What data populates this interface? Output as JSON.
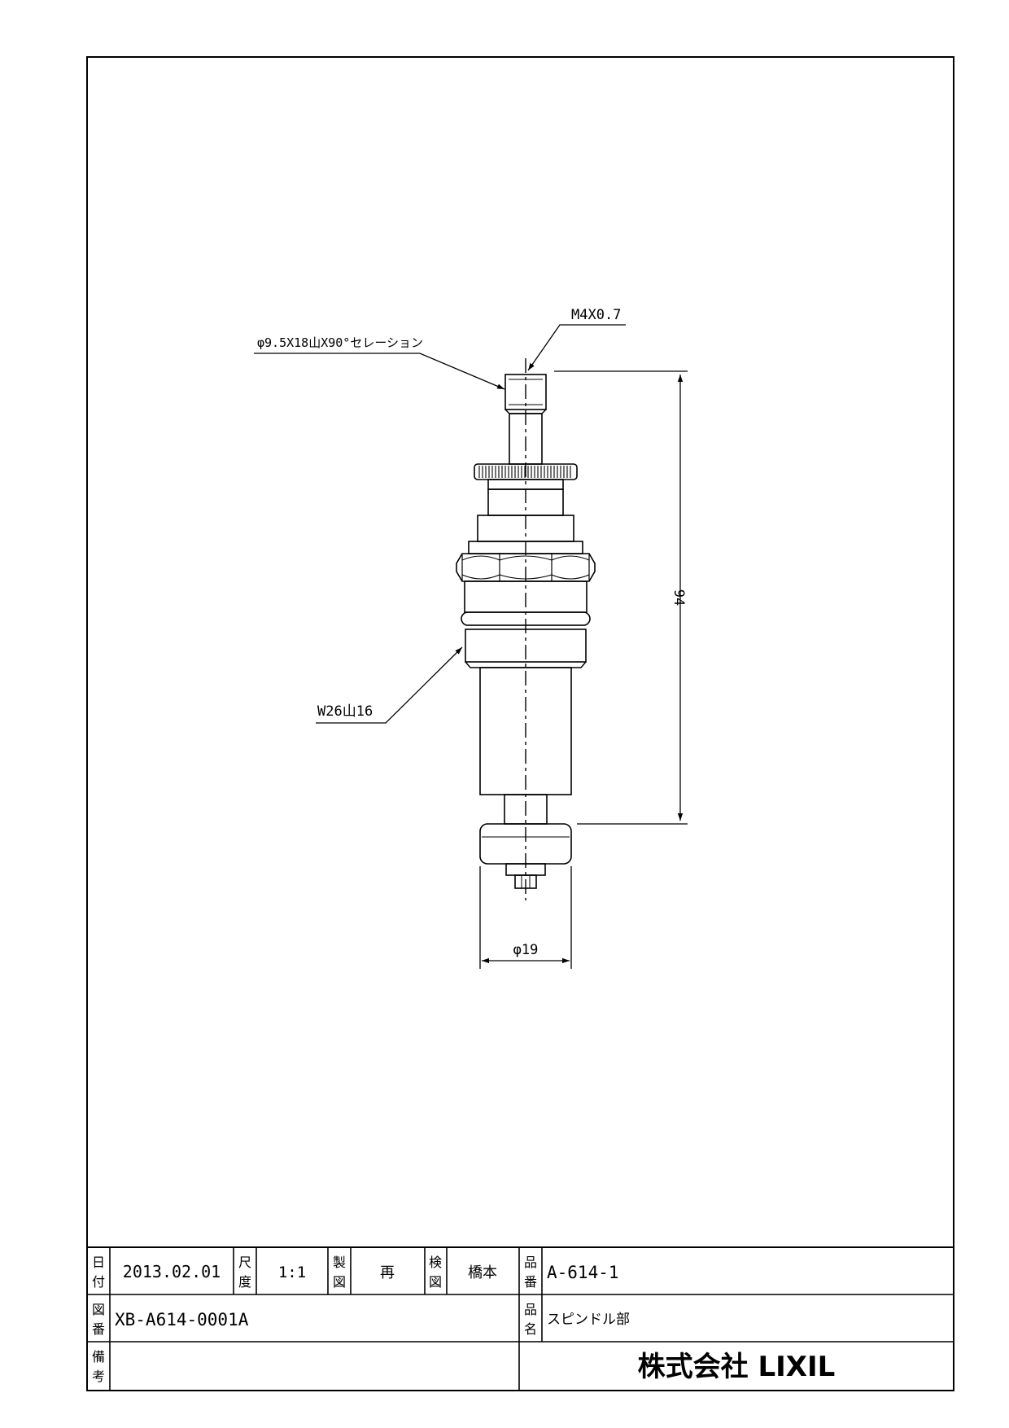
{
  "drawing": {
    "notes": {
      "serration": "φ9.5X18山X90°セレーション",
      "thread_top": "M4X0.7",
      "thread_body": "W26山16",
      "height_dim": "94",
      "dia_dim": "φ19"
    }
  },
  "title_block": {
    "date_label_1": "日",
    "date_label_2": "付",
    "date": "2013.02.01",
    "scale_label_1": "尺",
    "scale_label_2": "度",
    "scale": "1:1",
    "drawn_label_1": "製",
    "drawn_label_2": "図",
    "drawn_by": "再",
    "checked_label_1": "検",
    "checked_label_2": "図",
    "checked_by": "橋本",
    "part_no_label_1": "品",
    "part_no_label_2": "番",
    "part_no": "A-614-1",
    "drawing_no_label_1": "図",
    "drawing_no_label_2": "番",
    "drawing_no": "XB-A614-0001A",
    "part_name_label_1": "品",
    "part_name_label_2": "名",
    "part_name": "スピンドル部",
    "remarks_label_1": "備",
    "remarks_label_2": "考",
    "company": "株式会社 LIXIL"
  }
}
